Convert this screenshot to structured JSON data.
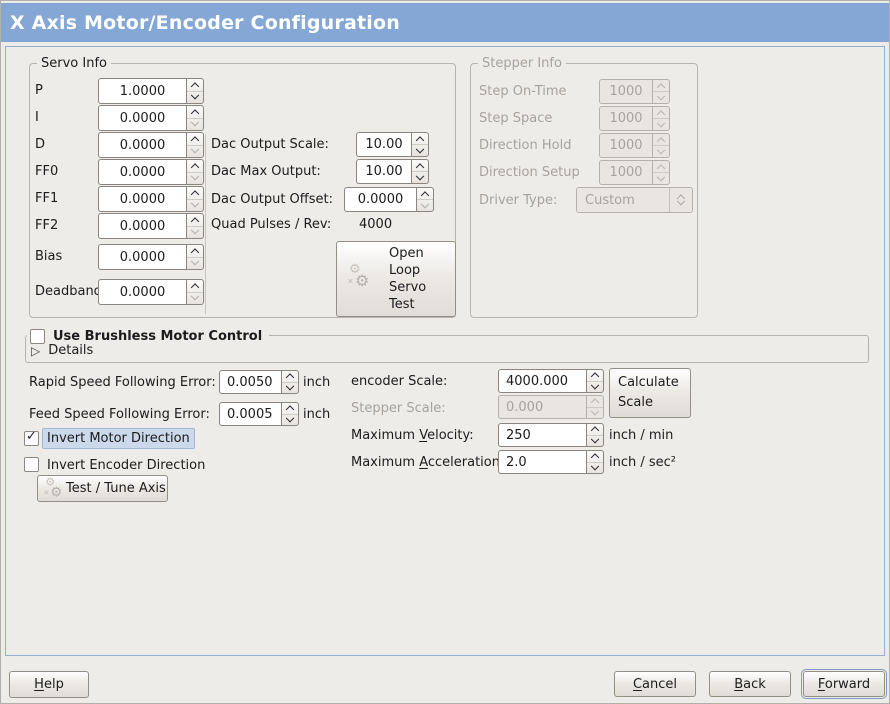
{
  "icons": {
    "gear": "⚙",
    "check": "✓",
    "expander": "▷",
    "x": "✕"
  },
  "titlebar": {
    "title": "X Axis Motor/Encoder Configuration"
  },
  "servo_info": {
    "title": "Servo Info",
    "pid_fields": [
      {
        "label": "P",
        "value": "1.0000"
      },
      {
        "label": "I",
        "value": "0.0000"
      },
      {
        "label": "D",
        "value": "0.0000"
      },
      {
        "label": "FF0",
        "value": "0.0000"
      },
      {
        "label": "FF1",
        "value": "0.0000"
      },
      {
        "label": "FF2",
        "value": "0.0000"
      },
      {
        "label": "Bias",
        "value": "0.0000"
      },
      {
        "label": "Deadband",
        "value": "0.0000"
      }
    ],
    "dac_fields": [
      {
        "label": "Dac Output Scale:",
        "value": "10.00"
      },
      {
        "label": "Dac Max Output:",
        "value": "10.00"
      },
      {
        "label": "Dac Output Offset:",
        "value": "0.0000"
      }
    ],
    "quad_pulses": {
      "label": "Quad Pulses / Rev:",
      "value": "4000"
    },
    "open_loop_button": {
      "lines": [
        "Open",
        "Loop",
        "Servo",
        "Test"
      ]
    }
  },
  "stepper_info": {
    "title": "Stepper Info",
    "fields": [
      {
        "label": "Step On-Time",
        "value": "1000"
      },
      {
        "label": "Step Space",
        "value": "1000"
      },
      {
        "label": "Direction Hold",
        "value": "1000"
      },
      {
        "label": "Direction Setup",
        "value": "1000"
      }
    ],
    "driver_type": {
      "label": "Driver Type:",
      "value": "Custom"
    }
  },
  "brushless": {
    "checkbox_label": "Use Brushless Motor Control",
    "details_label": "Details"
  },
  "following_error": {
    "rapid": {
      "label": "Rapid Speed Following Error:",
      "value": "0.0050",
      "unit": "inch"
    },
    "feed": {
      "label": "Feed Speed Following Error:",
      "value": "0.0005",
      "unit": "inch"
    }
  },
  "scale_section": {
    "encoder_scale": {
      "label": "encoder Scale:",
      "value": "4000.000"
    },
    "stepper_scale": {
      "label": "Stepper Scale:",
      "value": "0.000"
    },
    "max_velocity": {
      "pre": "Maximum ",
      "key": "V",
      "post": "elocity:",
      "value": "250",
      "unit": "inch / min"
    },
    "max_acceleration": {
      "pre": "Maximum ",
      "key": "A",
      "post": "cceleration:",
      "value": "2.0",
      "unit": "inch / sec²"
    },
    "calculate_button": {
      "lines": [
        "Calculate",
        "Scale"
      ]
    }
  },
  "direction": {
    "invert_motor": "Invert Motor Direction",
    "invert_encoder": "Invert Encoder Direction",
    "test_tune_button": "Test / Tune Axis"
  },
  "footer": {
    "help": {
      "key": "H",
      "post": "elp"
    },
    "cancel": {
      "key": "C",
      "post": "ancel"
    },
    "back": {
      "key": "B",
      "post": "ack"
    },
    "forward": {
      "key": "F",
      "post": "orward"
    }
  }
}
